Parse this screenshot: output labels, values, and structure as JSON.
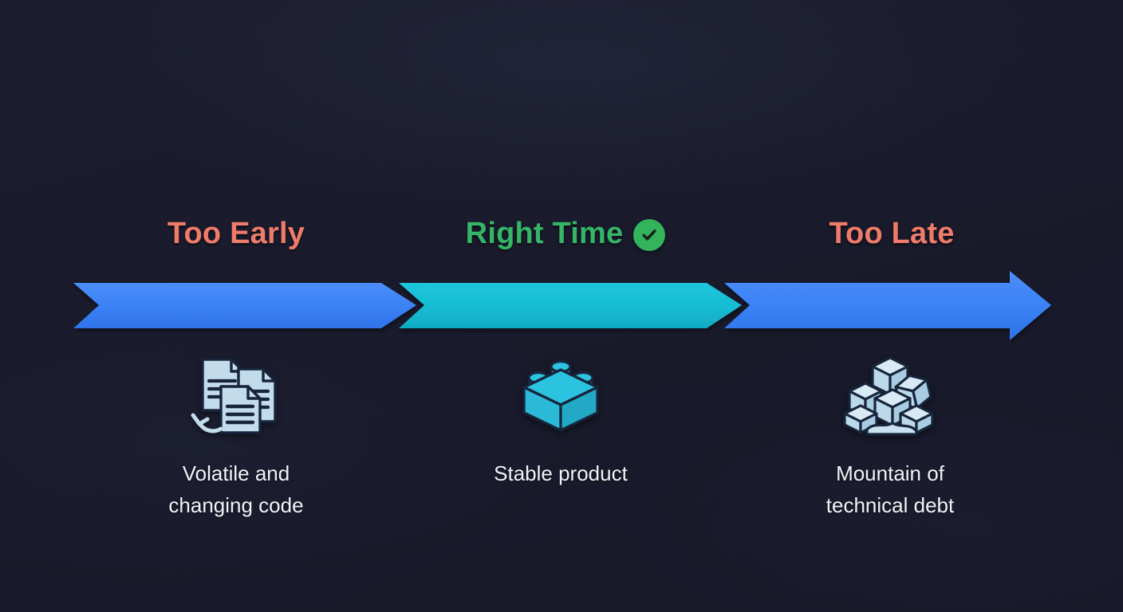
{
  "background": {
    "color": "#191a2c",
    "texture": "subtle-watermark"
  },
  "title_bar": {
    "present": false
  },
  "timeline": {
    "arrow_tip_label": "forward-arrow",
    "segments": [
      {
        "id": "too-early",
        "label": "Too Early",
        "label_color": "#ef7b6a",
        "segment_color": "#3b82f6",
        "has_check_badge": false,
        "icon": "documents-icon",
        "icon_color": "#bedced",
        "caption_lines": [
          "Volatile and",
          "changing code"
        ]
      },
      {
        "id": "right-time",
        "label": "Right Time",
        "label_color": "#35b567",
        "segment_color": "#17bcd4",
        "has_check_badge": true,
        "badge": {
          "name": "check-circle-icon",
          "color": "#33b45c",
          "glyph": "check"
        },
        "icon": "lego-brick-icon",
        "icon_color": "#29bfde",
        "caption_lines": [
          "Stable product"
        ]
      },
      {
        "id": "too-late",
        "label": "Too Late",
        "label_color": "#ef7b6a",
        "segment_color": "#3b82f6",
        "has_check_badge": false,
        "icon": "cube-pile-icon",
        "icon_color": "#bedced",
        "caption_lines": [
          "Mountain of",
          "technical debt"
        ]
      }
    ]
  },
  "chart_data": {
    "type": "diagram",
    "subtype": "chevron-timeline",
    "title": "",
    "direction": "left-to-right",
    "categories": [
      "Too Early",
      "Right Time",
      "Too Late"
    ],
    "segment_colors": [
      "#3b82f6",
      "#17bcd4",
      "#3b82f6"
    ],
    "label_colors": [
      "#ef7b6a",
      "#35b567",
      "#ef7b6a"
    ],
    "annotations": [
      "Volatile and changing code",
      "Stable product",
      "Mountain of technical debt"
    ],
    "highlighted": "Right Time"
  }
}
